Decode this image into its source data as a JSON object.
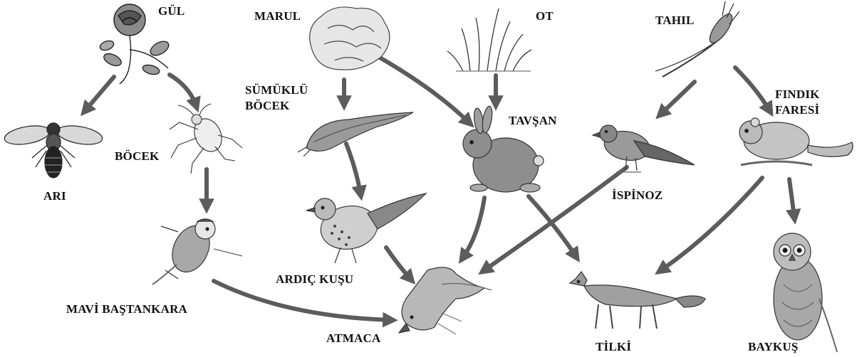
{
  "labels": {
    "gul": "GÜL",
    "marul": "MARUL",
    "ot": "OT",
    "tahil": "TAHIL",
    "sumuklu_line1": "SÜMÜKLÜ",
    "sumuklu_line2": "BÖCEK",
    "tavsan": "TAVŞAN",
    "findik_line1": "FINDIK",
    "findik_line2": "FARESİ",
    "bocek": "BÖCEK",
    "ari": "ARI",
    "ispinoz": "İSPİNOZ",
    "ardic_kusu": "ARDIÇ KUŞU",
    "mavi_bastankara": "MAVİ BAŞTANKARA",
    "atmaca": "ATMACA",
    "tilki": "TİLKİ",
    "baykus": "BAYKUŞ"
  },
  "colors": {
    "arrow": "#5c5c5c",
    "ink": "#222222",
    "text": "#111111"
  },
  "icons": [
    "rose-icon",
    "lettuce-icon",
    "grass-icon",
    "wheat-icon",
    "bee-icon",
    "aphid-icon",
    "slug-icon",
    "rabbit-icon",
    "chaffinch-icon",
    "dormouse-icon",
    "blue-tit-icon",
    "thrush-icon",
    "hawk-icon",
    "fox-icon",
    "owl-icon"
  ]
}
